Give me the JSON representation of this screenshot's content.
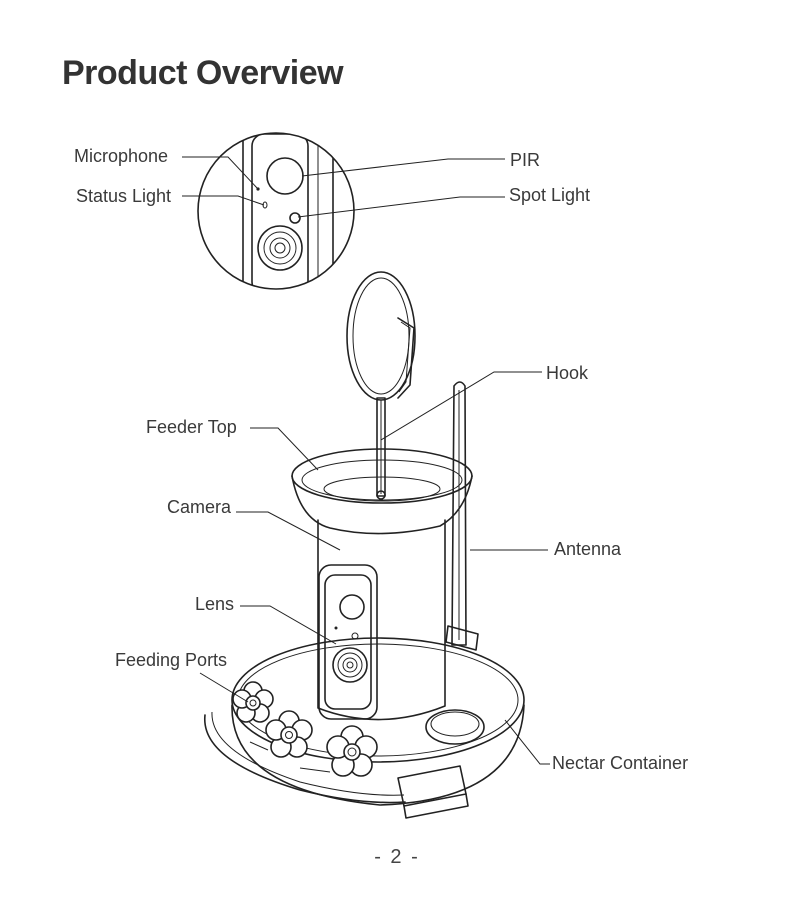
{
  "page": {
    "title": "Product Overview",
    "page_number": "- 2 -"
  },
  "labels": {
    "microphone": "Microphone",
    "status_light": "Status Light",
    "pir": "PIR",
    "spot_light": "Spot Light",
    "hook": "Hook",
    "feeder_top": "Feeder Top",
    "camera": "Camera",
    "antenna": "Antenna",
    "lens": "Lens",
    "feeding_ports": "Feeding Ports",
    "nectar_container": "Nectar Container"
  }
}
